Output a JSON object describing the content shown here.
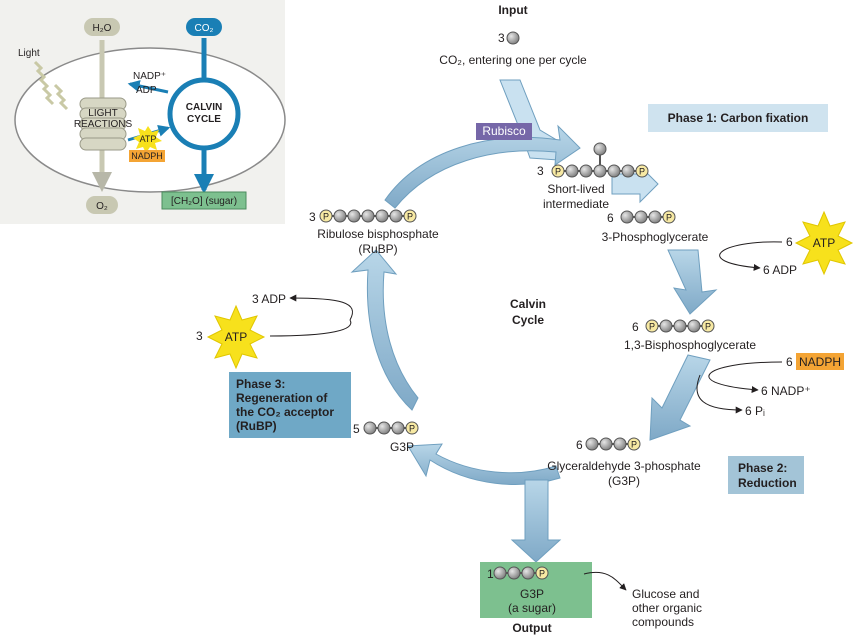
{
  "overview": {
    "h2o": "H₂O",
    "co2": "CO₂",
    "light": "Light",
    "nadp_plus": "NADP⁺",
    "adp": "ADP",
    "light_reactions_1": "LIGHT",
    "light_reactions_2": "REACTIONS",
    "atp": "ATP",
    "nadph": "NADPH",
    "calvin_1": "CALVIN",
    "calvin_2": "CYCLE",
    "o2": "O₂",
    "sugar": "[CH₂O] (sugar)"
  },
  "input": {
    "title": "Input",
    "count": "3",
    "caption": "CO₂, entering one per cycle"
  },
  "rubisco": "Rubisco",
  "phase1": "Phase 1: Carbon fixation",
  "phase2": {
    "line1": "Phase 2:",
    "line2": "Reduction"
  },
  "phase3": {
    "line1": "Phase 3:",
    "line2": "Regeneration of",
    "line3": "the CO₂ acceptor",
    "line4": "(RuBP)"
  },
  "center": {
    "line1": "Calvin",
    "line2": "Cycle"
  },
  "intermediate": {
    "count": "3",
    "line1": "Short-lived",
    "line2": "intermediate"
  },
  "pga": {
    "count": "6",
    "label": "3-Phosphoglycerate"
  },
  "bpg": {
    "count": "6",
    "label": "1,3-Bisphosphoglycerate"
  },
  "g3p_six": {
    "count": "6",
    "line1": "Glyceraldehyde 3-phosphate",
    "line2": "(G3P)"
  },
  "g3p_five": {
    "count": "5",
    "label": "G3P"
  },
  "rubp": {
    "count": "3",
    "line1": "Ribulose bisphosphate",
    "line2": "(RuBP)"
  },
  "atp_in_phase2": {
    "count": "6",
    "label": "ATP",
    "out": "6 ADP"
  },
  "nadph_in": {
    "count": "6",
    "label": "NADPH",
    "out1": "6 NADP⁺",
    "out2": "6 Pᵢ"
  },
  "atp_in_phase3": {
    "count": "3",
    "label": "ATP",
    "out": "3 ADP"
  },
  "output": {
    "count": "1",
    "line1": "G3P",
    "line2": "(a sugar)",
    "title": "Output",
    "dest1": "Glucose and",
    "dest2": "other organic",
    "dest3": "compounds"
  },
  "phosphate": "P",
  "colors": {
    "cycle_arrow": "#9fc3da",
    "phase_box_blue": "#cfe3ef",
    "phase_box_teal": "#6fa8c6",
    "rubisco_purple": "#7667a8",
    "atp_yellow": "#f7e11c",
    "nadph_orange": "#f4a434",
    "output_green": "#7dc08f",
    "carbon_gray": "#9a9a9a",
    "phosphate_yellow": "#f7e9a3",
    "calvin_blue": "#1a7fb5"
  }
}
